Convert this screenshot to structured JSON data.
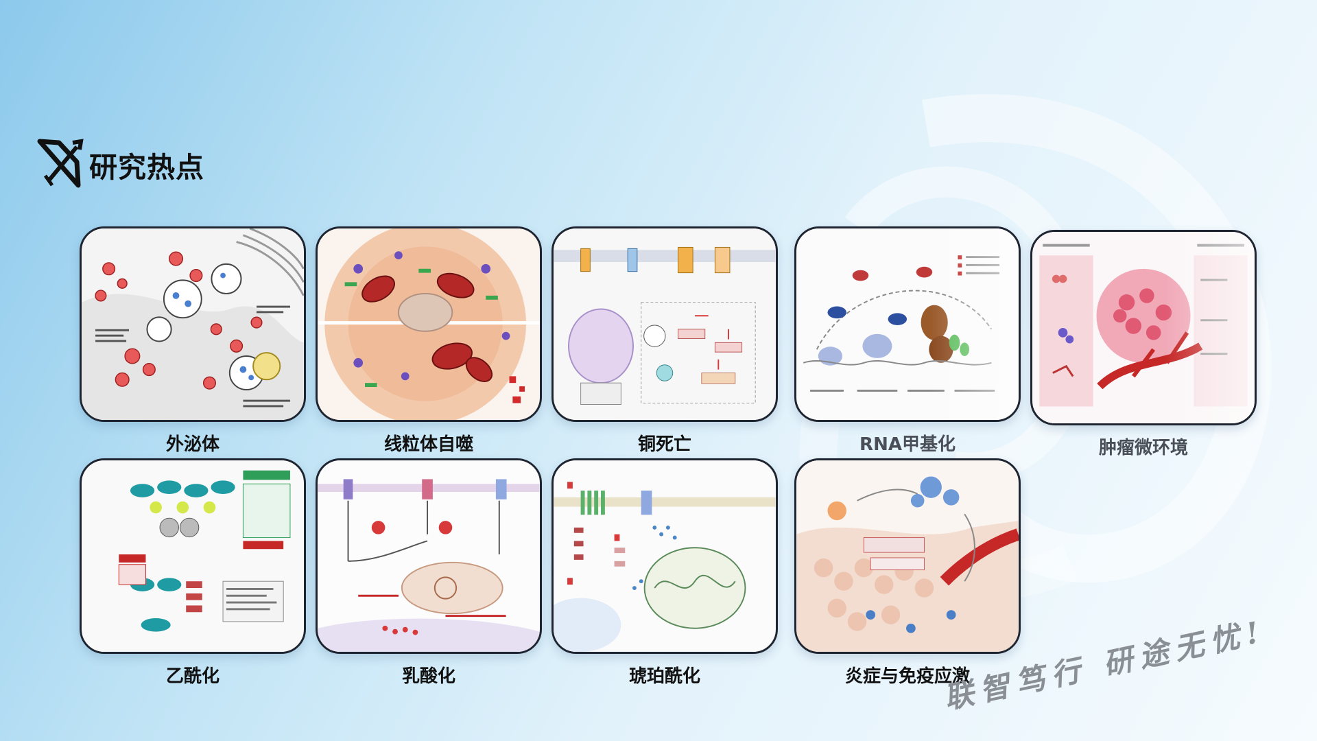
{
  "header": {
    "title": "研究热点",
    "logo_icon": "bow-arrow-icon"
  },
  "cards": [
    {
      "label": "外泌体",
      "icon": "exosome-figure"
    },
    {
      "label": "线粒体自噬",
      "icon": "mitophagy-figure"
    },
    {
      "label": "铜死亡",
      "icon": "cuproptosis-figure"
    },
    {
      "label": "RNA甲基化",
      "icon": "rna-methylation-figure"
    },
    {
      "label": "肿瘤微环境",
      "icon": "tumor-microenvironment-figure"
    },
    {
      "label": "乙酰化",
      "icon": "acetylation-figure"
    },
    {
      "label": "乳酸化",
      "icon": "lactylation-figure"
    },
    {
      "label": "琥珀酰化",
      "icon": "succinylation-figure"
    },
    {
      "label": "炎症与免疫应激",
      "icon": "inflammation-immunity-figure"
    }
  ],
  "slogan": "联智笃行 研途无忧!",
  "colors": {
    "frame": "#1f2530",
    "accent": "#d83a3a",
    "background": "#bfe3f5"
  }
}
